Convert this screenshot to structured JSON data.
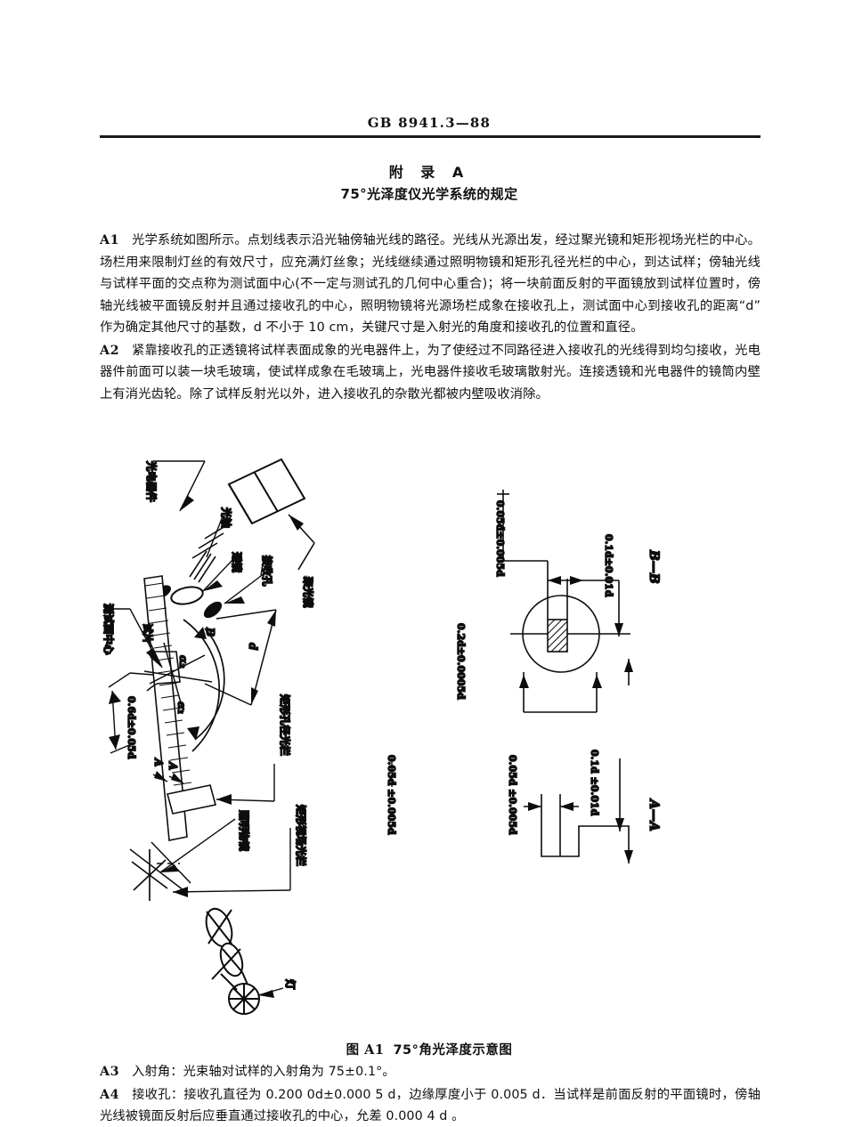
{
  "header": {
    "standard_code": "GB 8941.3—88",
    "appendix_title": "附 录 A",
    "appendix_subtitle": "75°光泽度仪光学系统的规定"
  },
  "body": {
    "a1_tag": "A1",
    "a1_text": "光学系统如图所示。点划线表示沿光轴傍轴光线的路径。光线从光源出发，经过聚光镜和矩形视场光栏的中心。场栏用来限制灯丝的有效尺寸，应充满灯丝象；光线继续通过照明物镜和矩形孔径光栏的中心，到达试样；傍轴光线与试样平面的交点称为测试面中心(不一定与测试孔的几何中心重合)；将一块前面反射的平面镜放到试样位置时，傍轴光线被平面镜反射并且通过接收孔的中心，照明物镜将光源场栏成象在接收孔上，测试面中心到接收孔的距离“d”作为确定其他尺寸的基数，d 不小于 10 cm，关键尺寸是入射光的角度和接收孔的位置和直径。",
    "a2_tag": "A2",
    "a2_text": "紧靠接收孔的正透镜将试样表面成象的光电器件上，为了使经过不同路径进入接收孔的光线得到均匀接收，光电器件前面可以装一块毛玻璃，使试样成象在毛玻璃上，光电器件接收毛玻璃散射光。连接透镜和光电器件的镜筒内壁上有消光齿轮。除了试样反射光以外，进入接收孔的杂散光都被内壁吸收消除。",
    "a3_tag": "A3",
    "a3_text": "入射角：光束轴对试样的入射角为 75±0.1°。",
    "a4_tag": "A4",
    "a4_text": "接收孔：接收孔直径为 0.200 0d±0.000 5 d，边缘厚度小于 0.005 d．当试样是前面反射的平面镜时，傍轴光线被镜面反射后应垂直通过接收孔的中心，允差 0.000 4 d 。"
  },
  "figure": {
    "caption_number": "图 A1",
    "caption_text": "75°角光泽度示意图",
    "labels": {
      "photodetector": "光电器件",
      "light_axis": "光轴",
      "condenser_lens": "聚光镜",
      "lens": "透镜",
      "receiving_aperture": "接收孔",
      "test_surface_center": "测试面中心",
      "specimen": "试片",
      "rect_aperture_stop": "矩形孔径光栏",
      "illumination_objective": "照明物镜",
      "rect_field_stop": "矩形视场光栏",
      "lamp": "灯",
      "marker_b_1": "B",
      "marker_b_2": "B",
      "marker_a_1": "A",
      "marker_a_2": "A",
      "angle_alpha_1": "α₁",
      "angle_alpha_2": "α₂",
      "distance_d": "d"
    },
    "dimensions": {
      "dim_0_6d": "0.6d±0.05d",
      "dim_0_05d_field": "0.05d ±0.005d",
      "dim_0_05d_bb": "0.05d±0.005d",
      "dim_0_1d_bb": "0.1d±0.01d",
      "dim_0_2d": "0.2d±0.0005d",
      "dim_0_05d_aa": "0.05d ±0.005d",
      "dim_0_1d_aa": "0.1d ±0.01d",
      "section_bb": "B—B",
      "section_aa": "A—A"
    }
  },
  "colors": {
    "ink": "#0d0d0d",
    "paper": "#ffffff",
    "rule": "#1a1a1a"
  }
}
